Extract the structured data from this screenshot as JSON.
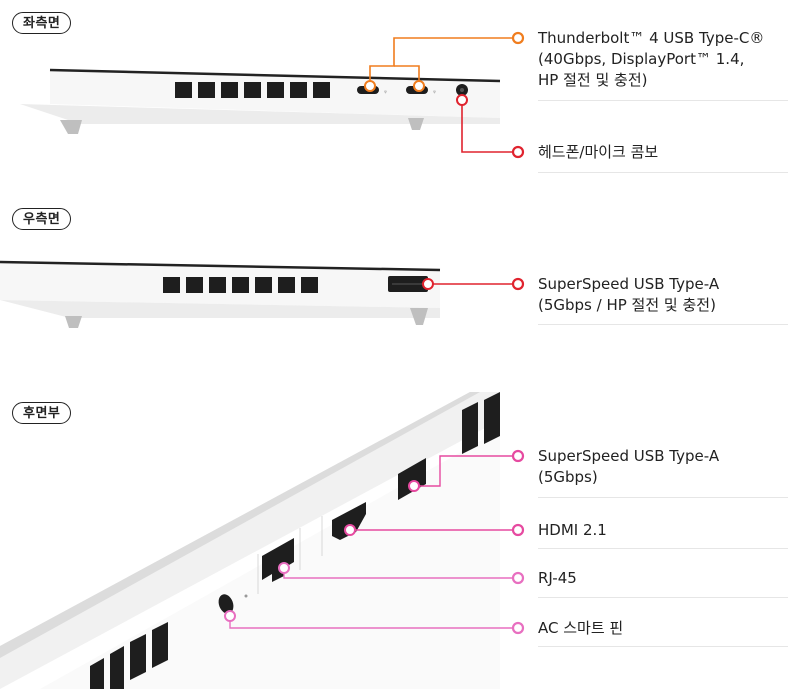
{
  "sections": [
    {
      "tag": "좌측면",
      "ports": [
        {
          "lines": [
            "Thunderbolt™ 4 USB Type-C®",
            "(40Gbps, DisplayPort™ 1.4,",
            "HP 절전 및 충전)"
          ]
        },
        {
          "lines": [
            "헤드폰/마이크 콤보"
          ]
        }
      ]
    },
    {
      "tag": "우측면",
      "ports": [
        {
          "lines": [
            "SuperSpeed USB Type-A",
            "(5Gbps / HP 절전 및 충전)"
          ]
        }
      ]
    },
    {
      "tag": "후면부",
      "ports": [
        {
          "lines": [
            "SuperSpeed USB Type-A",
            "(5Gbps)"
          ]
        },
        {
          "lines": [
            "HDMI 2.1"
          ]
        },
        {
          "lines": [
            "RJ-45"
          ]
        },
        {
          "lines": [
            "AC 스마트 핀"
          ]
        }
      ]
    }
  ],
  "colors": {
    "orange": "#f07d1e",
    "red": "#e0232e",
    "magenta": "#e64aa0",
    "pink": "#e86fc0"
  }
}
